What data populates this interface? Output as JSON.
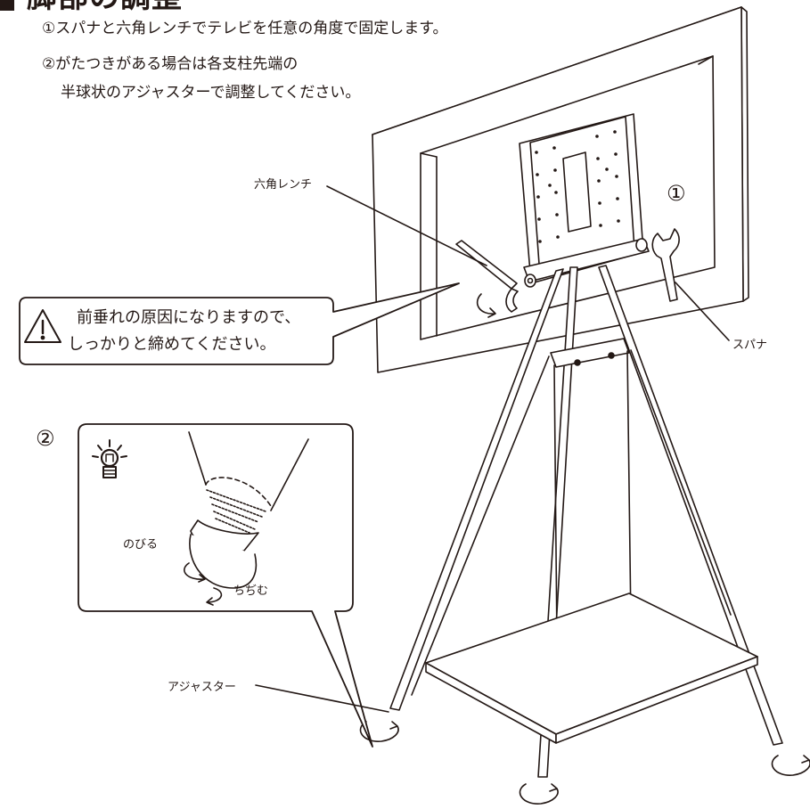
{
  "heading": {
    "title": "脚部の調整"
  },
  "instructions": [
    "①スパナと六角レンチでテレビを任意の角度で固定します。",
    "②がたつきがある場合は各支柱先端の",
    "半球状のアジャスターで調整してください。"
  ],
  "callouts": {
    "hex_wrench": "六角レンチ",
    "spanner": "スパナ",
    "adjuster": "アジャスター",
    "extend": "のびる",
    "shrink": "ちぢむ"
  },
  "step_markers": {
    "one": "①",
    "two": "②"
  },
  "warning": {
    "line1": "前垂れの原因になりますので、",
    "line2": "しっかりと締めてください。"
  },
  "colors": {
    "ink": "#231815",
    "panel": "#ffffff"
  },
  "icons": [
    "warning-triangle-icon",
    "lightbulb-hint-icon",
    "rotate-arrow-icon"
  ]
}
